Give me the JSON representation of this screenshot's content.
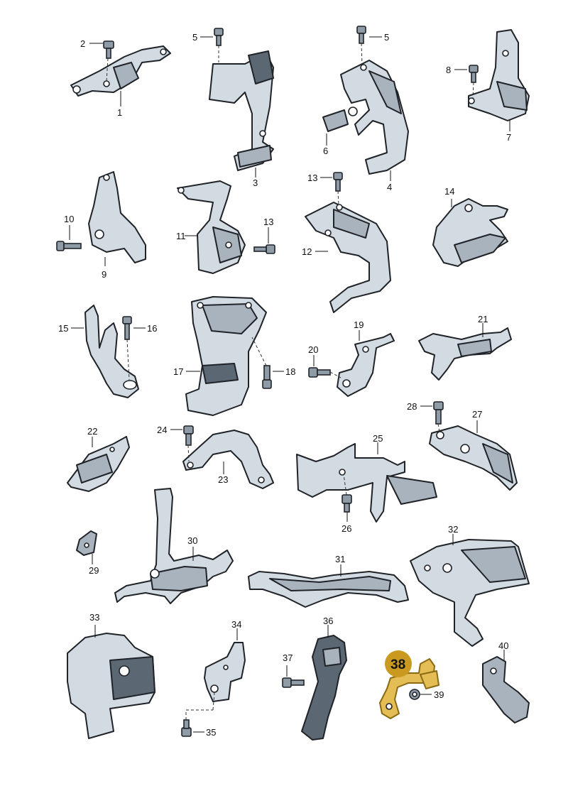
{
  "diagram": {
    "callouts": [
      "1",
      "2",
      "3",
      "4",
      "5",
      "5",
      "6",
      "7",
      "8",
      "9",
      "10",
      "11",
      "12",
      "13",
      "13",
      "14",
      "15",
      "16",
      "17",
      "18",
      "19",
      "20",
      "21",
      "22",
      "23",
      "24",
      "25",
      "26",
      "27",
      "28",
      "29",
      "30",
      "31",
      "32",
      "33",
      "34",
      "35",
      "36",
      "37",
      "38",
      "39",
      "40"
    ],
    "highlighted_part": "38",
    "colors": {
      "part_fill": "#a9b3bd",
      "part_light": "#d3dbe2",
      "outline": "#1f2328",
      "highlight": "#e4bd54",
      "highlight_badge": "#c99a1f"
    }
  }
}
